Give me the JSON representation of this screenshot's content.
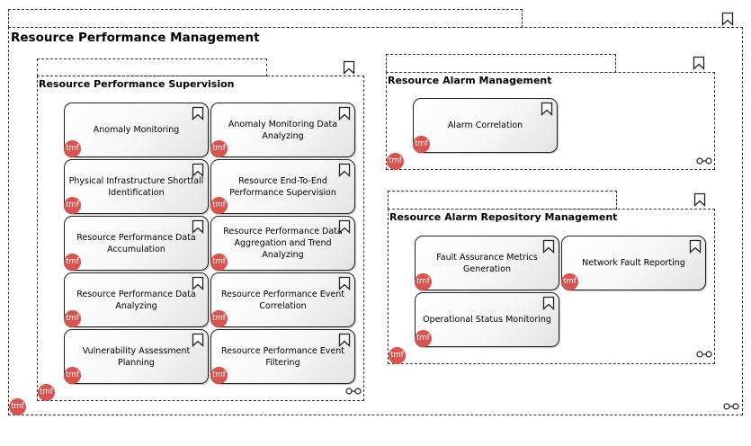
{
  "groups": {
    "rpm": {
      "title": "Resource Performance Management"
    },
    "rps": {
      "title": "Resource Performance Supervision"
    },
    "ram": {
      "title": "Resource Alarm Management"
    },
    "rarm": {
      "title": "Resource Alarm Repository Management"
    }
  },
  "badge": "tmf",
  "cards": [
    {
      "label": "Anomaly Monitoring"
    },
    {
      "label": "Anomaly Monitoring Data Analyzing"
    },
    {
      "label": "Physical Infrastructure Shortfall Identification"
    },
    {
      "label": "Resource End-To-End Performance Supervision"
    },
    {
      "label": "Resource Performance Data Accumulation"
    },
    {
      "label": "Resource Performance Data Aggregation and Trend Analyzing"
    },
    {
      "label": "Resource Performance Data Analyzing"
    },
    {
      "label": "Resource Performance Event Correlation"
    },
    {
      "label": "Vulnerability Assessment Planning"
    },
    {
      "label": "Resource Performance Event Filtering"
    },
    {
      "label": "Alarm Correlation"
    },
    {
      "label": "Fault Assurance Metrics Generation"
    },
    {
      "label": "Network Fault Reporting"
    },
    {
      "label": "Operational Status Monitoring"
    }
  ],
  "colors": {
    "badge": "#d9534f",
    "border": "#222222"
  },
  "icons": {
    "bookmark": "bookmark-icon",
    "link": "link-icon"
  }
}
